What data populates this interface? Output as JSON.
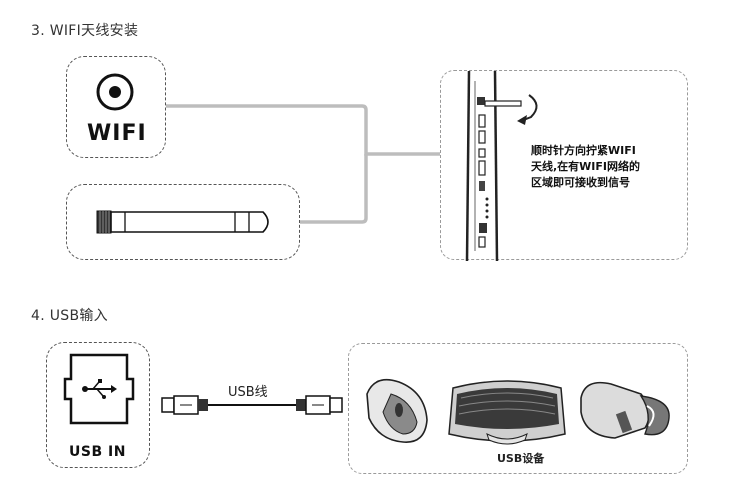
{
  "section_wifi": {
    "heading": "3. WIFI天线安装",
    "wifi_label": "WIFI",
    "instruction_lines": [
      "顺时针方向拧紧WIFI",
      "天线,在有WIFI网络的",
      "区域即可接收到信号"
    ]
  },
  "section_usb": {
    "heading": "4. USB输入",
    "port_label": "USB IN",
    "cable_label": "USB线",
    "devices_label": "USB设备"
  },
  "icons": [
    "wifi-symbol-icon",
    "antenna-icon",
    "rotate-arrow-icon",
    "usb-symbol-icon",
    "usb-plug-icon",
    "mouse-icon",
    "keyboard-icon",
    "usb-dongle-icon"
  ],
  "colors": {
    "connector_line": "#bdbdbd",
    "dash_border": "#555555"
  }
}
